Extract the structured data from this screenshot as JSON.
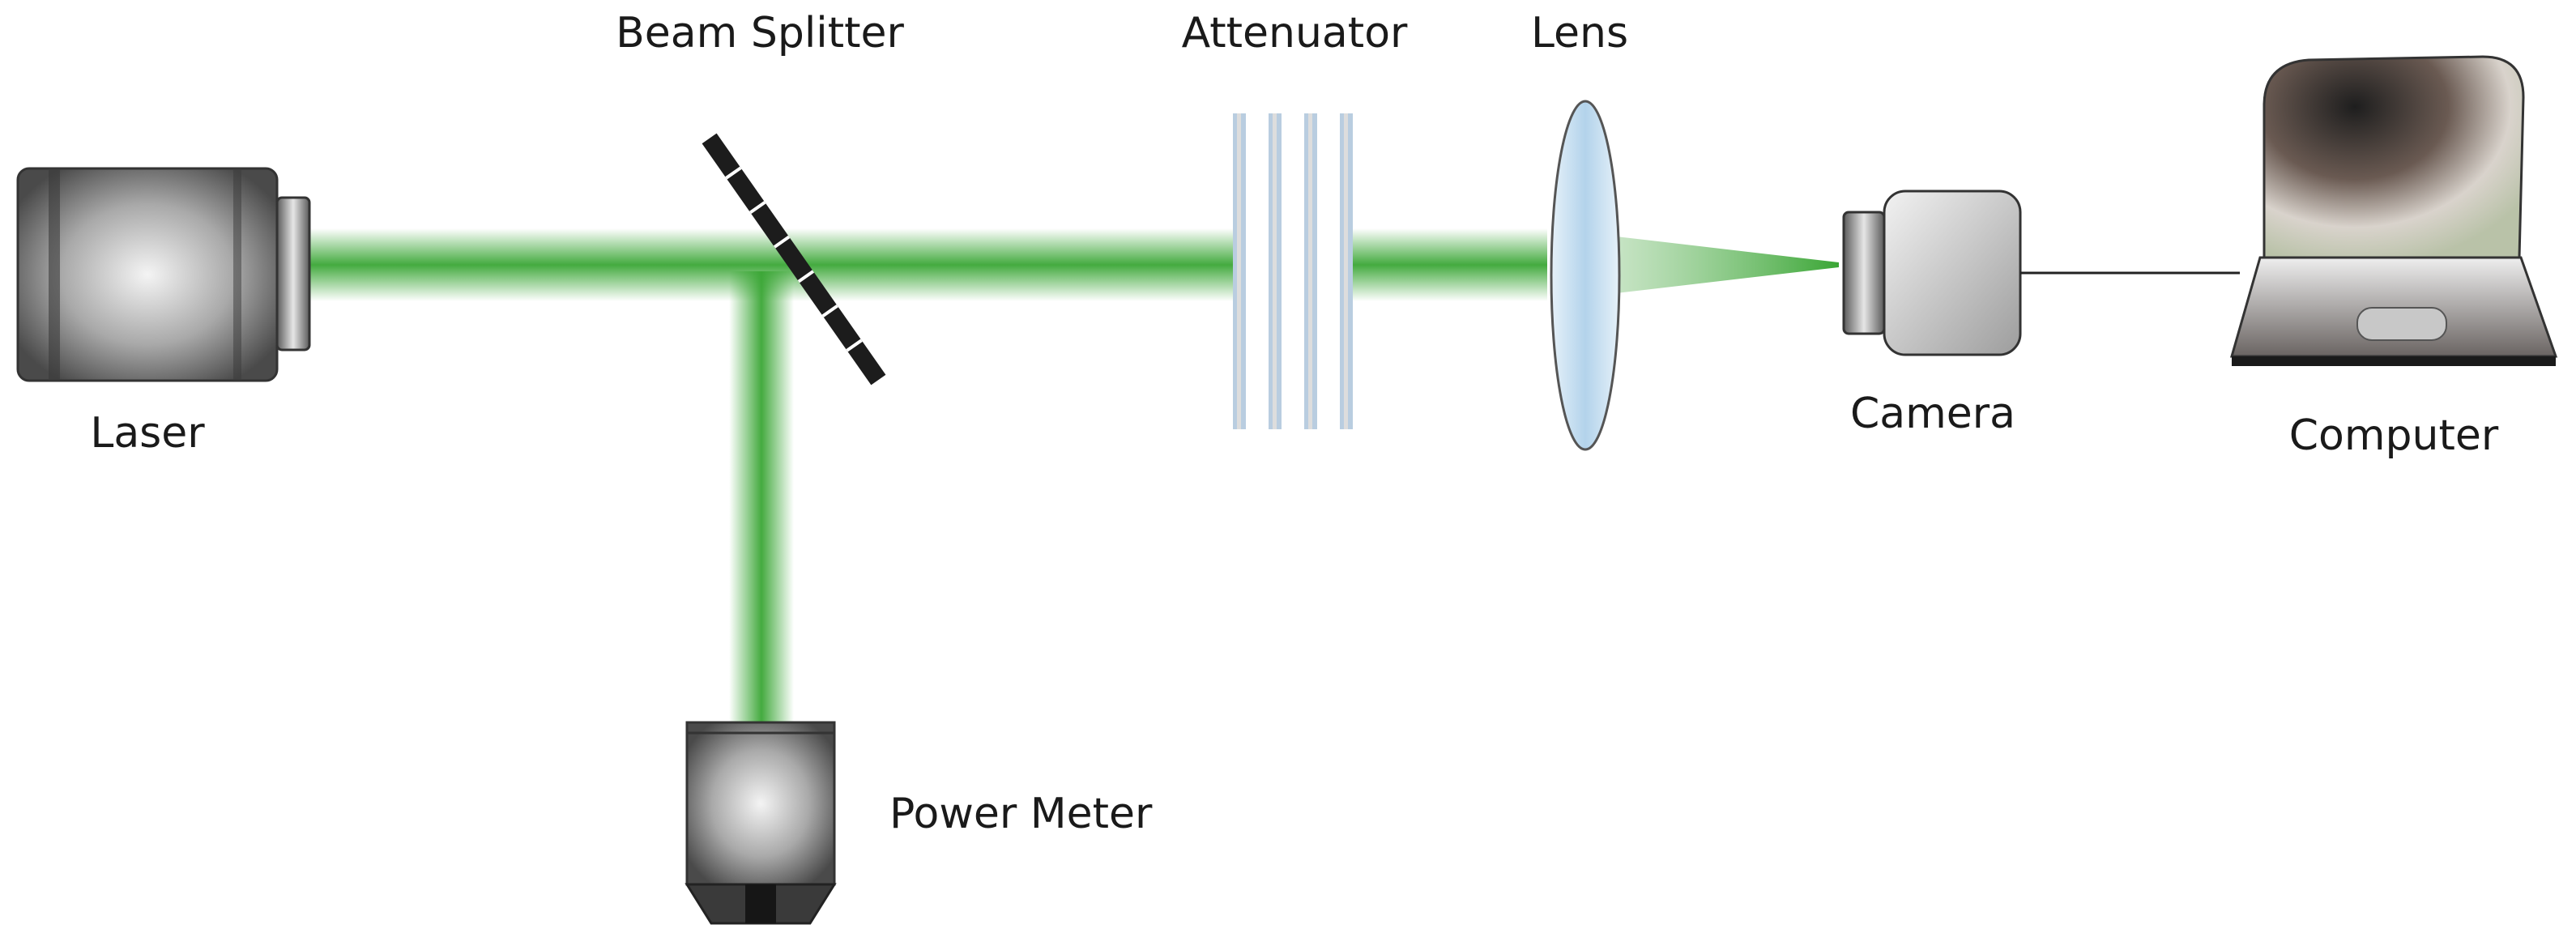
{
  "labels": {
    "laser": "Laser",
    "beam_splitter": "Beam Splitter",
    "attenuator": "Attenuator",
    "lens": "Lens",
    "camera": "Camera",
    "computer": "Computer",
    "power_meter": "Power Meter"
  },
  "colors": {
    "beam": "#3aa635",
    "device_body": "#8a8a8a",
    "splitter": "#1c1c1c",
    "attenuator_plate": "#b9cde0",
    "lens_fill": "#cfe3f1"
  }
}
